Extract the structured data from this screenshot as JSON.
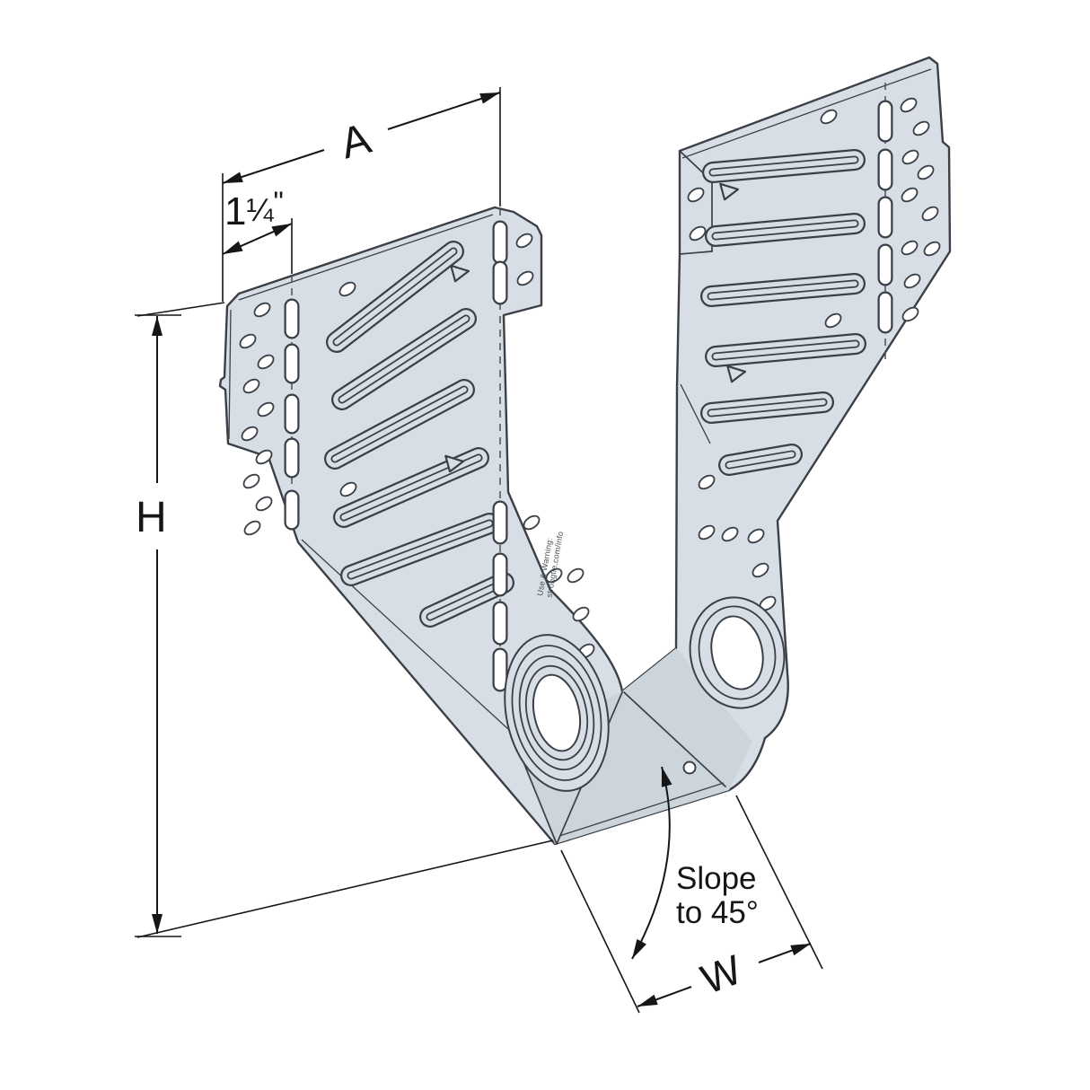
{
  "drawing": {
    "labels": {
      "dim_width_top": "A",
      "dim_offset_whole": "1",
      "dim_offset_fraction": "¼",
      "dim_offset_unit": "\"",
      "dim_height": "H",
      "dim_seat_width": "W",
      "slope_note_line1": "Slope",
      "slope_note_line2": "to 45°",
      "stamp_line1": "Use & Warning:",
      "stamp_line2": "strongtie.com/info"
    },
    "colors": {
      "part_fill": "#d8dee5",
      "seat_fill": "#ccd4dc",
      "line": "#3a4046",
      "dimension": "#161616",
      "hole": "#ffffff",
      "dash": "#4a5056"
    }
  }
}
